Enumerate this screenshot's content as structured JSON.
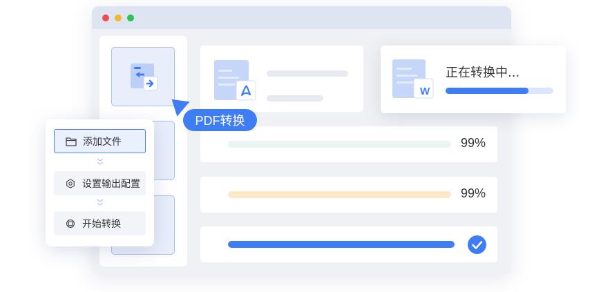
{
  "window": {
    "controls": [
      "close",
      "minimize",
      "maximize"
    ],
    "colors": {
      "accent": "#3f7df5",
      "green_bar": "#e8f5ec",
      "yellow_bar": "#fbe7c4",
      "blue_bar": "#3f7df5"
    }
  },
  "tooltip": {
    "label": "PDF转换"
  },
  "converting": {
    "status": "正在转换中...",
    "progress": 0.77,
    "file_icon_letter": "W"
  },
  "pdf_card": {
    "icon": "pdf-acrobat-icon"
  },
  "rows": [
    {
      "progress_text": "99%",
      "progress": 0.99,
      "bar_color": "#e9f5ee"
    },
    {
      "progress_text": "99%",
      "progress": 0.99,
      "bar_color": "#fbe8c7"
    },
    {
      "progress": 1.0,
      "bar_color": "#3f7df5",
      "status_icon": "check-circle-icon"
    }
  ],
  "steps": [
    {
      "label": "添加文件",
      "icon": "folder-icon",
      "active": true
    },
    {
      "label": "设置输出配置",
      "icon": "settings-icon",
      "active": false
    },
    {
      "label": "开始转换",
      "icon": "convert-icon",
      "active": false
    }
  ]
}
